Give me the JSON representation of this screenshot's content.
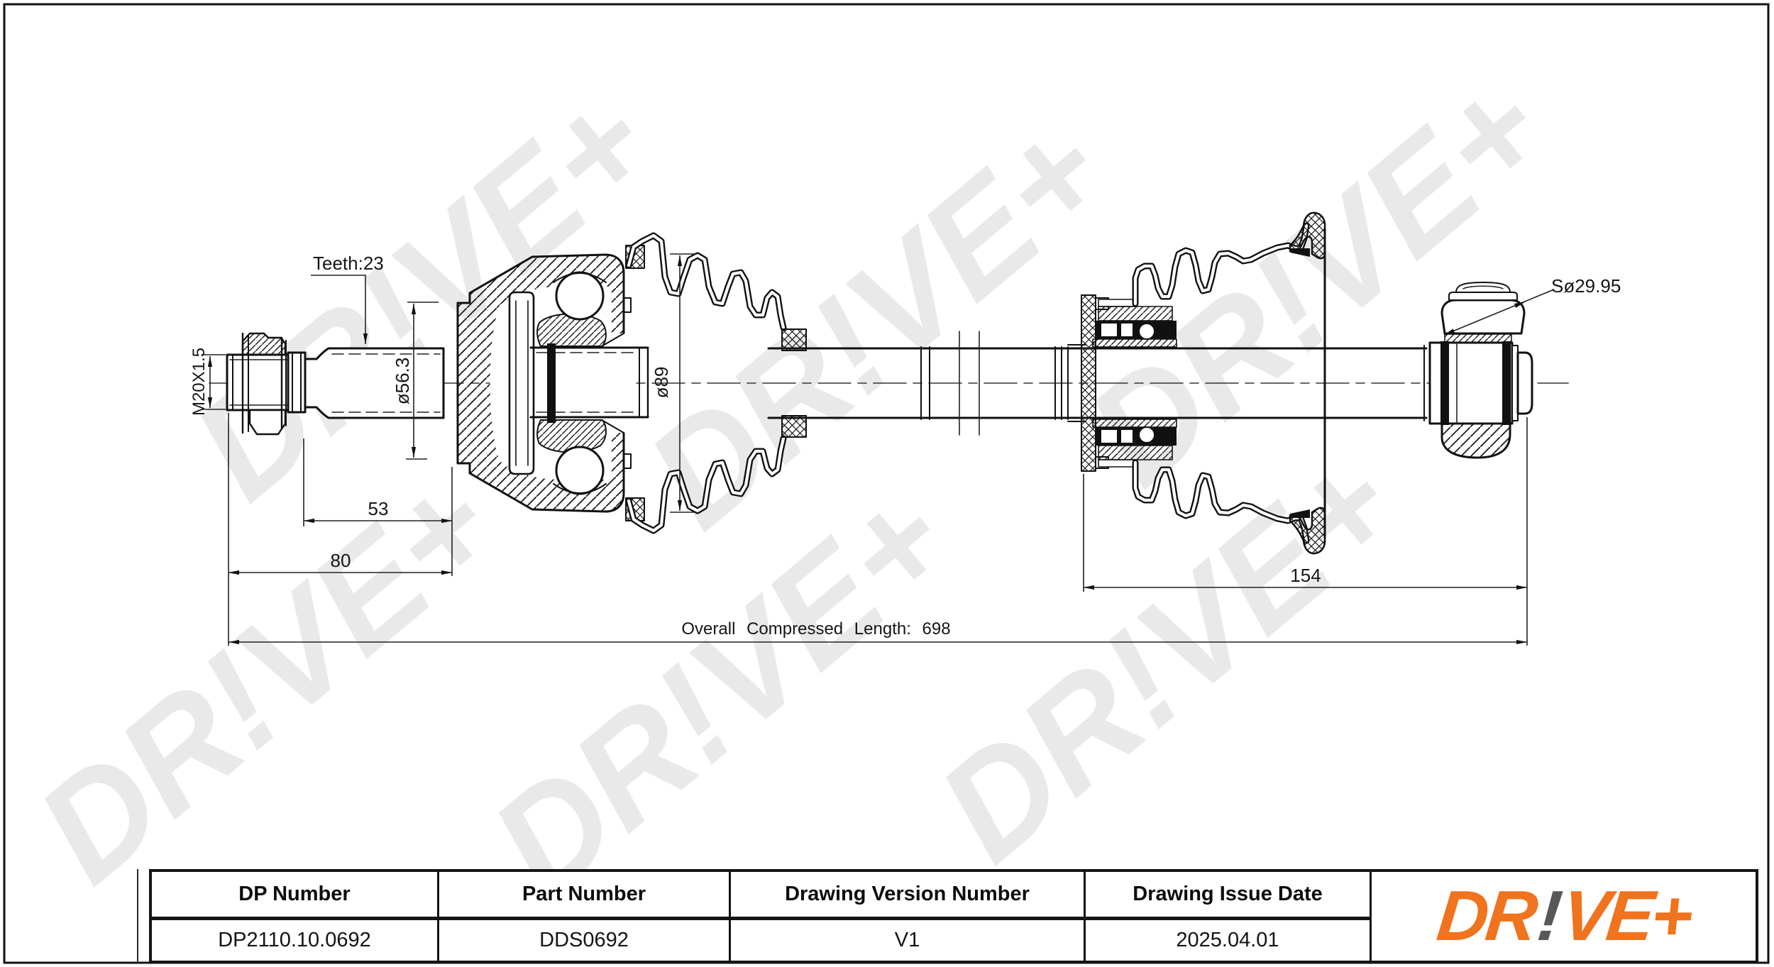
{
  "page": {
    "background": "#ffffff",
    "border_color": "#111111"
  },
  "watermark": {
    "text": "DR!VE+",
    "color": "#e9e9e9"
  },
  "drawing": {
    "annotations": {
      "teeth": "Teeth:23",
      "thread": "M20X1.5",
      "spline_diameter": "ø56.3",
      "boot_diameter": "ø89",
      "spline_length": "53",
      "stub_length": "80",
      "inner_joint_length": "154",
      "overall_length": "Overall Compressed Length: 698",
      "sphere_diameter": "Sø29.95"
    }
  },
  "table": {
    "headers": [
      "DP Number",
      "Part Number",
      "Drawing Version Number",
      "Drawing Issue Date"
    ],
    "values": [
      "DP2110.10.0692",
      "DDS0692",
      "V1",
      "2025.04.01"
    ]
  },
  "logo": {
    "part1": "DR",
    "part2": "!",
    "part3": "VE+",
    "primary_color": "#F0731D",
    "accent_color": "#58585A"
  }
}
